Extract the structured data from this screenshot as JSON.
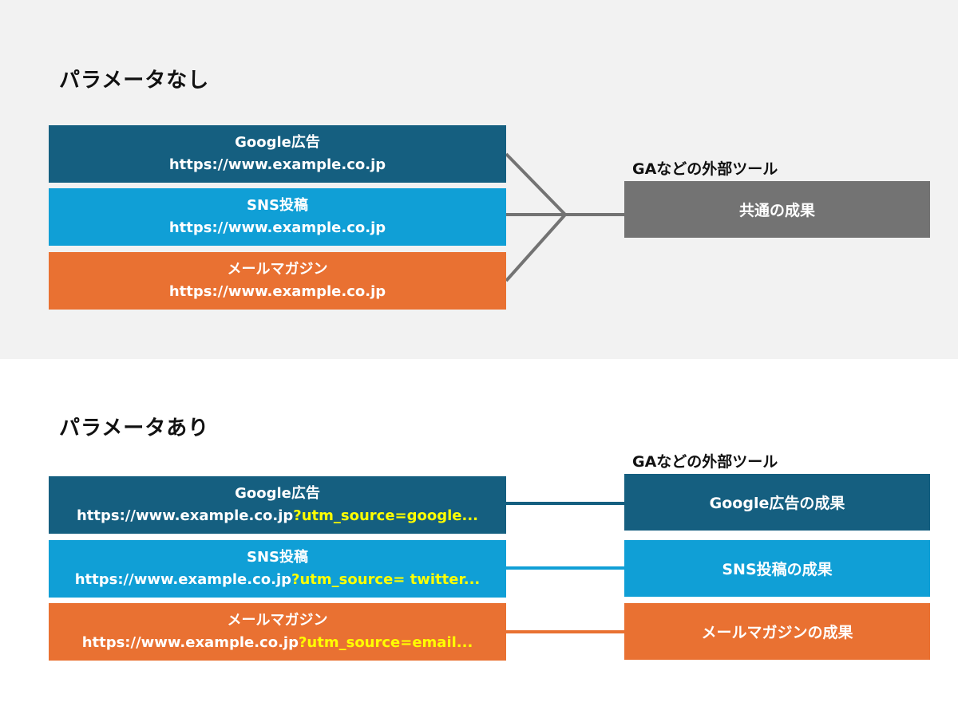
{
  "top": {
    "heading": "パラメータなし",
    "tool_label": "GAなどの外部ツール",
    "sources": [
      {
        "name": "Google広告",
        "url": "https://www.example.co.jp",
        "color": "#155f80"
      },
      {
        "name": "SNS投稿",
        "url": "https://www.example.co.jp",
        "color": "#109fd6"
      },
      {
        "name": "メールマガジン",
        "url": "https://www.example.co.jp",
        "color": "#e97132"
      }
    ],
    "result": {
      "label": "共通の成果",
      "color": "#737373"
    }
  },
  "bottom": {
    "heading": "パラメータあり",
    "tool_label": "GAなどの外部ツール",
    "sources": [
      {
        "name": "Google広告",
        "url": "https://www.example.co.jp",
        "param": "?utm_source=google...",
        "color": "#155f80"
      },
      {
        "name": "SNS投稿",
        "url": "https://www.example.co.jp",
        "param": "?utm_source= twitter...",
        "color": "#109fd6"
      },
      {
        "name": "メールマガジン",
        "url": "https://www.example.co.jp",
        "param": "?utm_source=email...",
        "color": "#e97132"
      }
    ],
    "results": [
      {
        "label": "Google広告の成果",
        "color": "#155f80"
      },
      {
        "label": "SNS投稿の成果",
        "color": "#109fd6"
      },
      {
        "label": "メールマガジンの成果",
        "color": "#e97132"
      }
    ]
  },
  "colors": {
    "param_highlight": "#ffff00",
    "connector_gray": "#737373",
    "top_background": "#f2f2f2"
  }
}
